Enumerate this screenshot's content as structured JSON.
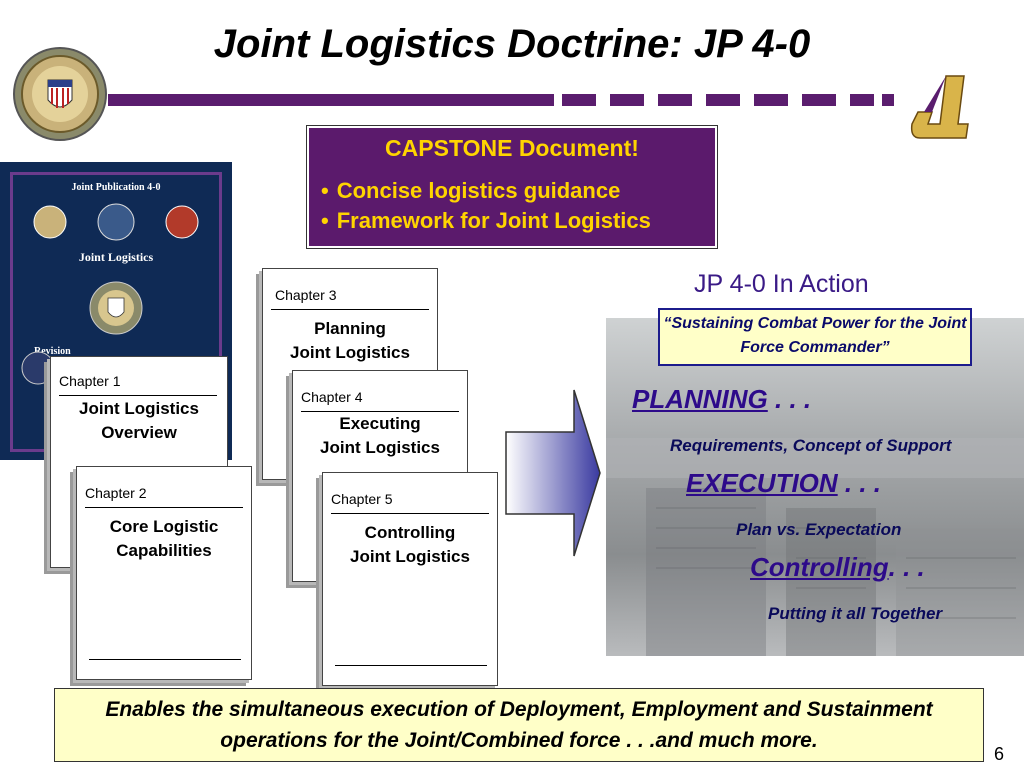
{
  "title": "Joint Logistics Doctrine: JP 4-0",
  "capstone": {
    "heading": "CAPSTONE Document!",
    "bullets": [
      "Concise logistics guidance",
      "Framework for Joint Logistics"
    ]
  },
  "cover": {
    "publication": "Joint Publication 4-0",
    "title": "Joint Logistics",
    "partial": "Revision"
  },
  "logo_digit": "4",
  "books": [
    {
      "chapter": "Chapter 1",
      "line1": "Joint Logistics",
      "line2": "Overview"
    },
    {
      "chapter": "Chapter 2",
      "line1": "Core Logistic",
      "line2": "Capabilities"
    },
    {
      "chapter": "Chapter 3",
      "line1": "Planning",
      "line2": "Joint Logistics"
    },
    {
      "chapter": "Chapter 4",
      "line1": "Executing",
      "line2": "Joint Logistics"
    },
    {
      "chapter": "Chapter 5",
      "line1": "Controlling",
      "line2": "Joint Logistics"
    }
  ],
  "action": {
    "heading": "JP 4-0 In Action",
    "quote": "“Sustaining Combat Power for the Joint Force Commander”",
    "planning": "PLANNING",
    "planning_tail": " . . .",
    "planning_sub": "Requirements, Concept of Support",
    "execution": "EXECUTION",
    "execution_tail": " . . .",
    "execution_sub": "Plan vs. Expectation",
    "controlling": "Controlling",
    "controlling_tail": ". . .",
    "controlling_sub": "Putting it all Together"
  },
  "bottom_text": "Enables the simultaneous execution of Deployment, Employment and Sustainment operations for the Joint/Combined force . . .and much more.",
  "page_number": "6",
  "colors": {
    "purple": "#5a1d6e",
    "gold": "#ffd400",
    "navy": "#0f2a55",
    "callout": "#ffffc8"
  }
}
